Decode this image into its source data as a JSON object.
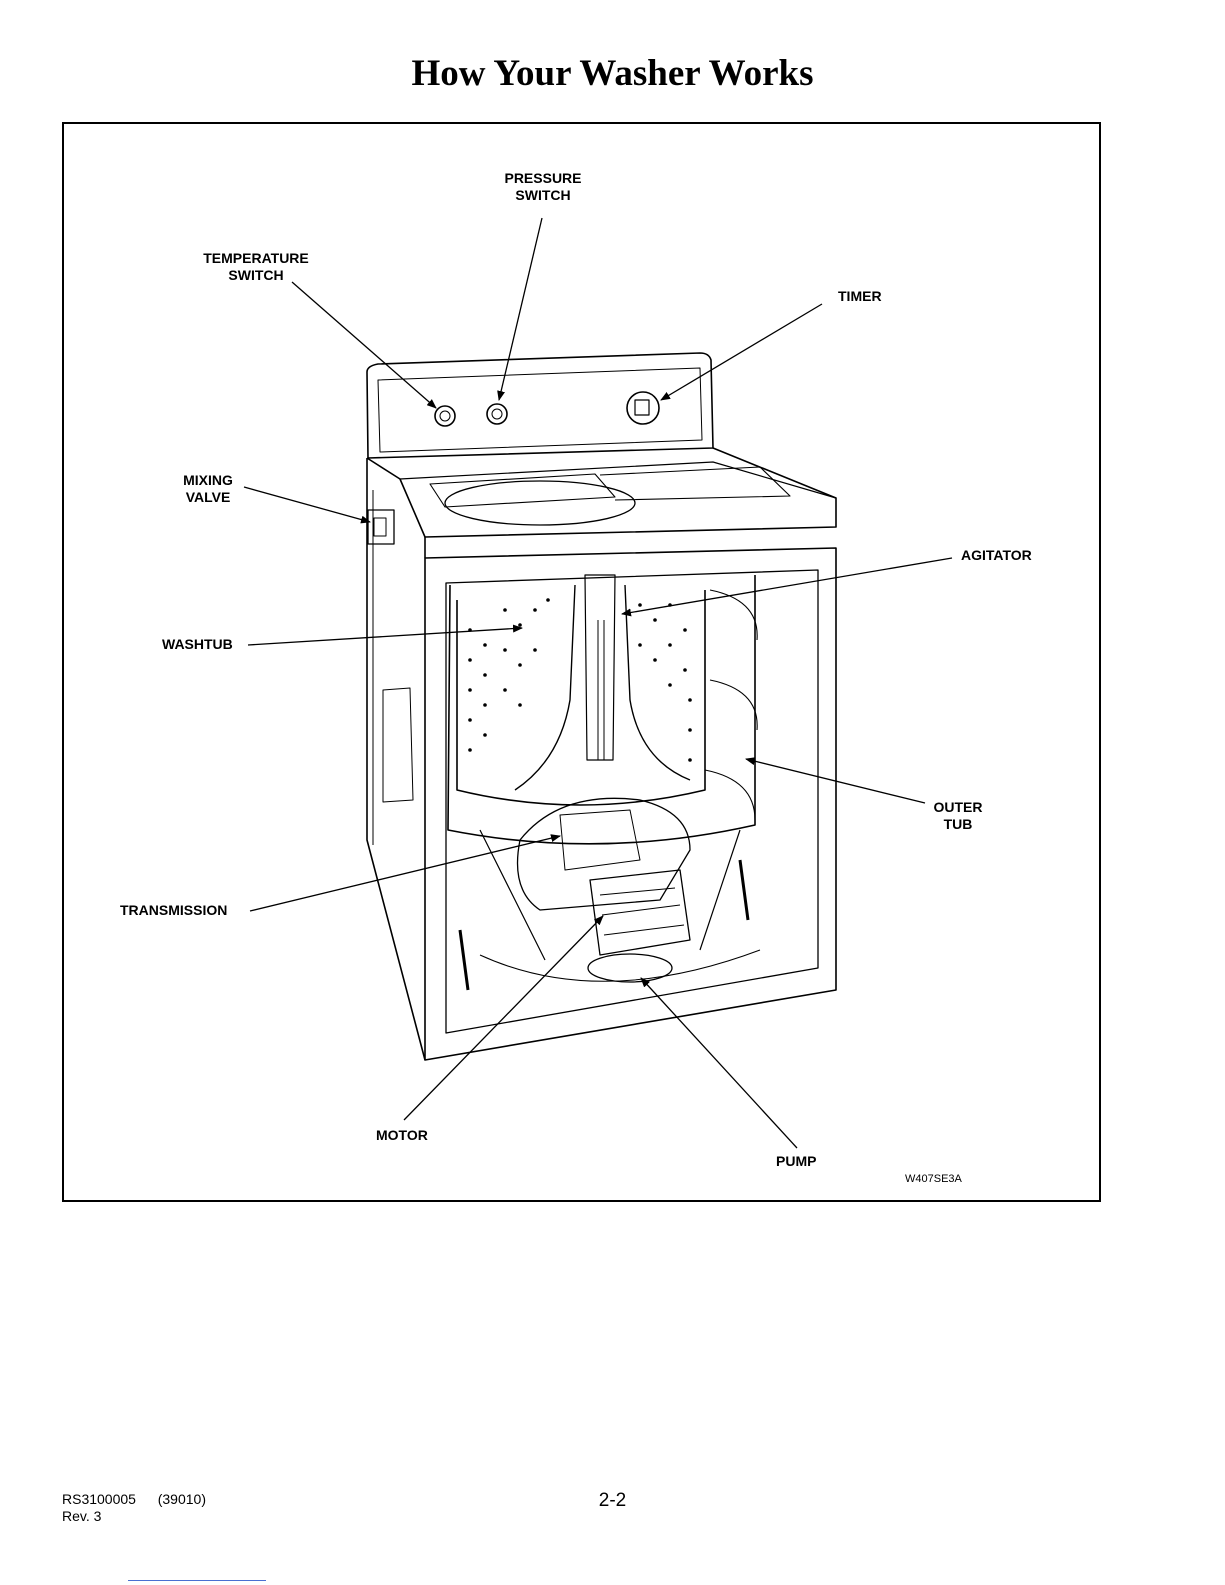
{
  "title": "How Your Washer Works",
  "labels": {
    "pressure_switch": [
      "PRESSURE",
      "SWITCH"
    ],
    "temperature_switch": [
      "TEMPERATURE",
      "SWITCH"
    ],
    "timer": "TIMER",
    "mixing_valve": [
      "MIXING",
      "VALVE"
    ],
    "agitator": "AGITATOR",
    "washtub": "WASHTUB",
    "outer_tub": [
      "OUTER",
      "TUB"
    ],
    "transmission": "TRANSMISSION",
    "motor": "MOTOR",
    "pump": "PUMP"
  },
  "figure_code": "W407SE3A",
  "footer": {
    "doc_number": "RS3100005",
    "doc_code": "(39010)",
    "revision": "Rev. 3",
    "page": "2-2"
  }
}
